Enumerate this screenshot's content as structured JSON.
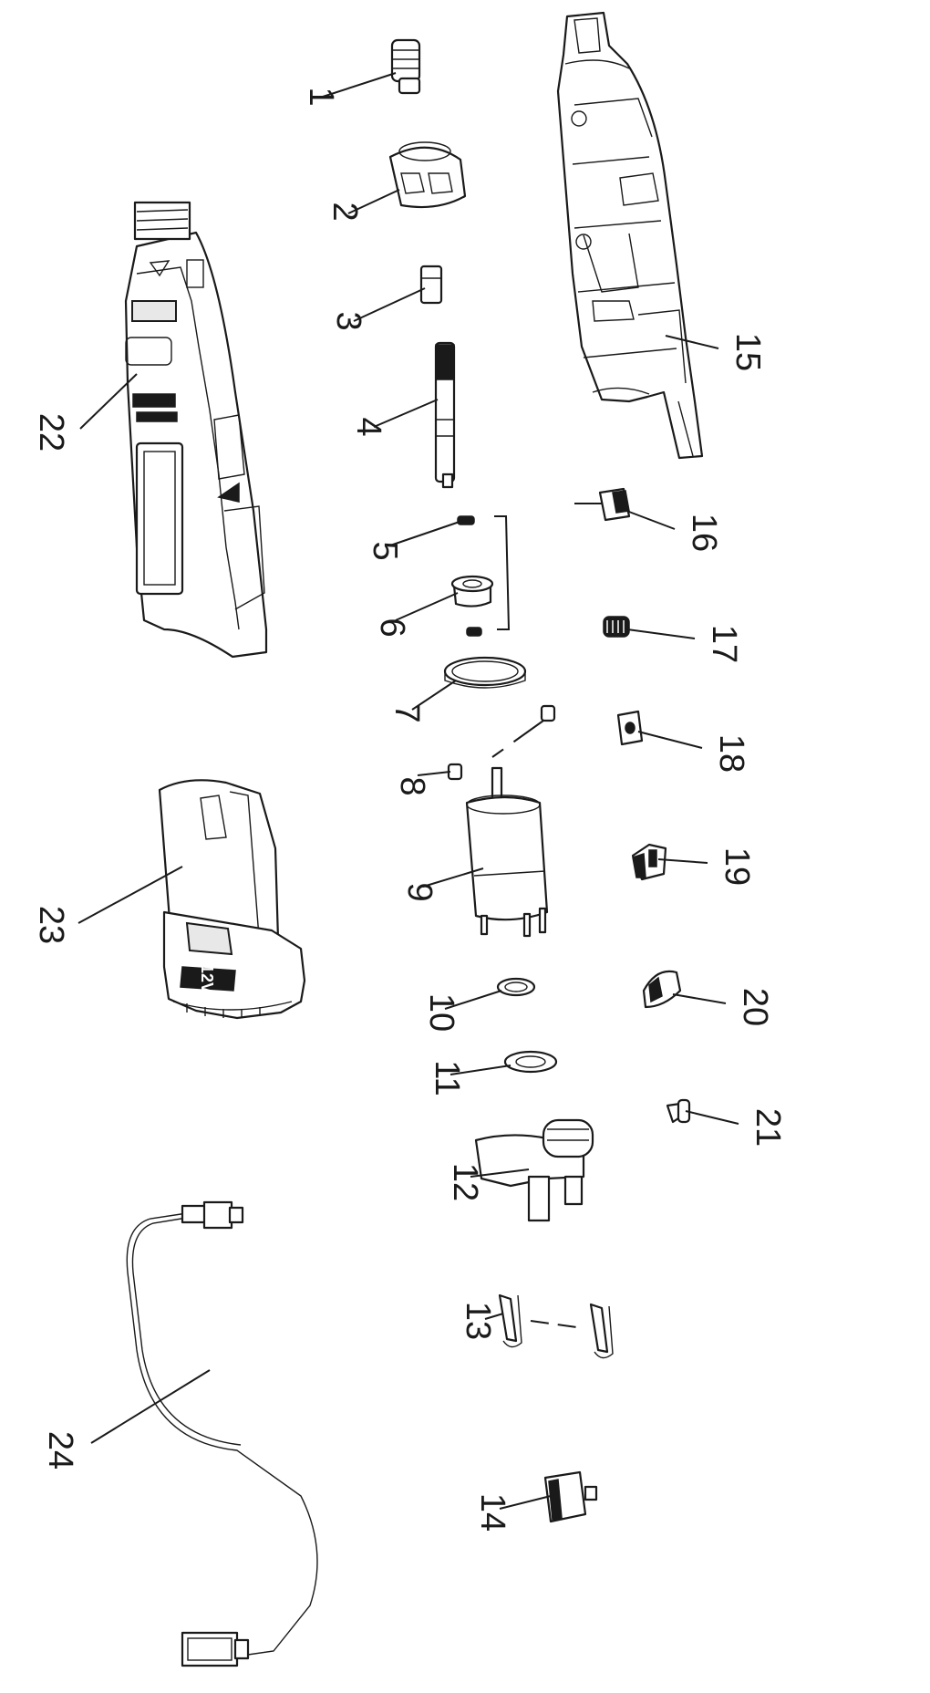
{
  "diagram": {
    "callouts": [
      {
        "id": 1,
        "label": "1"
      },
      {
        "id": 2,
        "label": "2"
      },
      {
        "id": 3,
        "label": "3"
      },
      {
        "id": 4,
        "label": "4"
      },
      {
        "id": 5,
        "label": "5"
      },
      {
        "id": 6,
        "label": "6"
      },
      {
        "id": 7,
        "label": "7"
      },
      {
        "id": 8,
        "label": "8"
      },
      {
        "id": 9,
        "label": "9"
      },
      {
        "id": 10,
        "label": "10"
      },
      {
        "id": 11,
        "label": "11"
      },
      {
        "id": 12,
        "label": "12"
      },
      {
        "id": 13,
        "label": "13"
      },
      {
        "id": 14,
        "label": "14"
      },
      {
        "id": 15,
        "label": "15"
      },
      {
        "id": 16,
        "label": "16"
      },
      {
        "id": 17,
        "label": "17"
      },
      {
        "id": 18,
        "label": "18"
      },
      {
        "id": 19,
        "label": "19"
      },
      {
        "id": 20,
        "label": "20"
      },
      {
        "id": 21,
        "label": "21"
      },
      {
        "id": 22,
        "label": "22"
      },
      {
        "id": 23,
        "label": "23"
      },
      {
        "id": 24,
        "label": "24"
      }
    ],
    "battery_marking": "12V"
  }
}
